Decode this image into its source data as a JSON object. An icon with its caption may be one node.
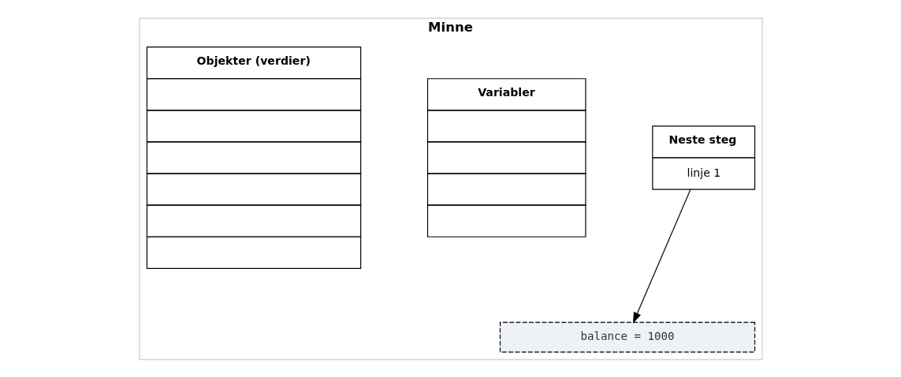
{
  "diagram": {
    "nodes": [
      {
        "text": [
          "Minne"
        ]
      },
      {
        "text": [
          "Neste steg",
          "linje 1"
        ],
        "in": 0
      },
      {
        "text": [
          "Variabler"
        ],
        "in": 0
      },
      {
        "text": [
          "Objekter (verdier)"
        ],
        "in": 0
      },
      {
        "text": [
          "balance = 1000"
        ],
        "in": 0
      }
    ],
    "edges": [
      {
        "from": 1,
        "to": 4,
        "arrow": "to"
      }
    ]
  }
}
